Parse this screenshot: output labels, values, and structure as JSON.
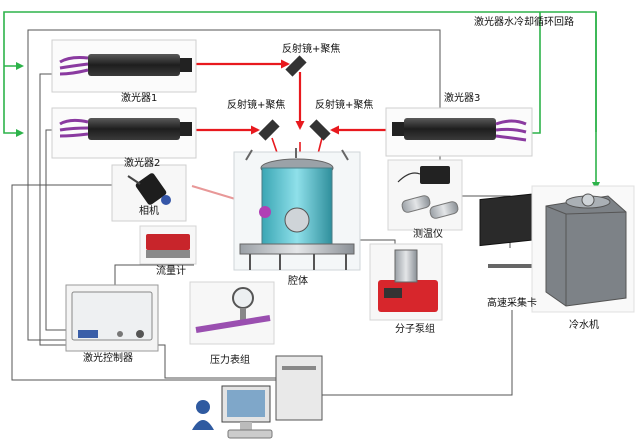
{
  "labels": {
    "coolingLoop": "激光器水冷却循环回路",
    "mirror1": "反射镜+聚焦",
    "mirror2": "反射镜+聚焦",
    "mirror3": "反射镜+聚焦",
    "laser1": "激光器1",
    "laser2": "激光器2",
    "laser3": "激光器3",
    "camera": "相机",
    "thermometer": "测温仪",
    "flowmeter": "流量计",
    "chamber": "腔体",
    "daqCard": "高速采集卡",
    "chiller": "冷水机",
    "molecularPump": "分子泵组",
    "laserController": "激光控制器",
    "pressureGauge": "压力表组"
  },
  "colors": {
    "coolingLine": "#2db34a",
    "laserBeam": "#e8191e",
    "signalLine": "#555555"
  }
}
